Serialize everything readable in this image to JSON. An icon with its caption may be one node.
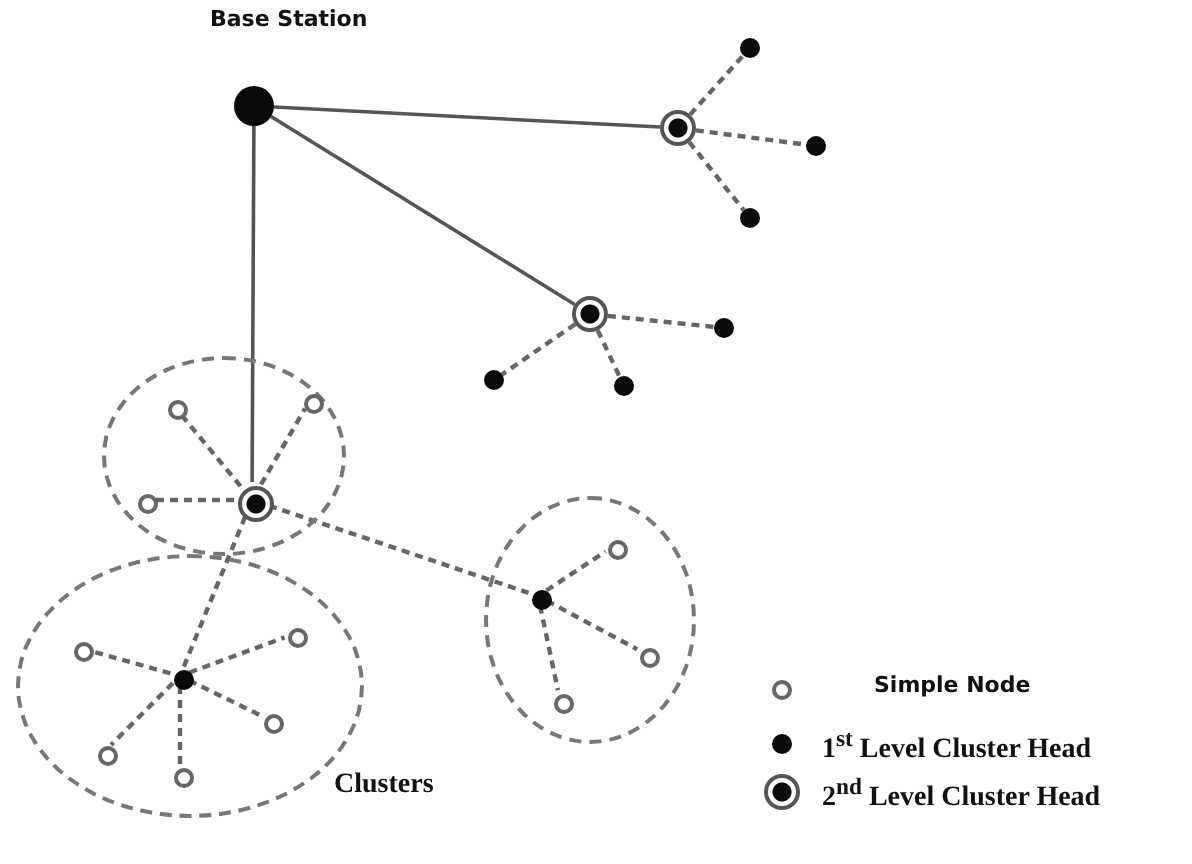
{
  "diagram": {
    "nodes": [
      {
        "text": [],
        "shape": "dot",
        "beside": [
          "Base Station"
        ]
      },
      {
        "text": [],
        "shape": "dot"
      },
      {
        "text": [],
        "shape": "bullseye"
      },
      {
        "text": [],
        "shape": "dot"
      },
      {
        "text": [],
        "shape": "dot"
      },
      {
        "text": [],
        "shape": "bullseye"
      },
      {
        "text": [],
        "shape": "dot"
      },
      {
        "text": [],
        "shape": "dot"
      },
      {
        "text": [],
        "shape": "dot"
      },
      {
        "text": [],
        "shape": "ellipse"
      },
      {
        "text": [],
        "shape": "circle",
        "in": 9
      },
      {
        "text": [],
        "shape": "circle",
        "in": 9
      },
      {
        "text": [],
        "shape": "circle",
        "in": 9
      },
      {
        "text": [],
        "shape": "bullseye",
        "in": 9
      },
      {
        "text": [],
        "shape": "ellipse"
      },
      {
        "text": [],
        "shape": "circle",
        "in": 14
      },
      {
        "text": [],
        "shape": "dot",
        "in": 14
      },
      {
        "text": [],
        "shape": "circle",
        "in": 14
      },
      {
        "text": [],
        "shape": "circle",
        "in": 14
      },
      {
        "text": [],
        "shape": "ellipse"
      },
      {
        "text": [],
        "shape": "circle",
        "in": 19
      },
      {
        "text": [],
        "shape": "circle",
        "in": 19
      },
      {
        "text": [],
        "shape": "dot",
        "in": 19
      },
      {
        "text": [],
        "shape": "circle",
        "in": 19
      },
      {
        "text": [],
        "shape": "circle",
        "in": 19
      },
      {
        "text": [],
        "shape": "circle",
        "in": 19
      }
    ],
    "edges": [
      {
        "from": 0,
        "to": 2,
        "arrow": "none"
      },
      {
        "from": 0,
        "to": 5,
        "arrow": "none"
      },
      {
        "from": 0,
        "to": 13,
        "arrow": "none"
      },
      {
        "from": 2,
        "to": 1,
        "arrow": "none",
        "style": "dashed"
      },
      {
        "from": 2,
        "to": 3,
        "arrow": "none",
        "style": "dashed"
      },
      {
        "from": 2,
        "to": 4,
        "arrow": "none",
        "style": "dashed"
      },
      {
        "from": 5,
        "to": 6,
        "arrow": "none",
        "style": "dashed"
      },
      {
        "from": 5,
        "to": 7,
        "arrow": "none",
        "style": "dashed"
      },
      {
        "from": 5,
        "to": 8,
        "arrow": "none",
        "style": "dashed"
      },
      {
        "from": 13,
        "to": 10,
        "arrow": "none",
        "style": "dashed"
      },
      {
        "from": 13,
        "to": 11,
        "arrow": "none",
        "style": "dashed"
      },
      {
        "from": 13,
        "to": 12,
        "arrow": "none",
        "style": "dashed"
      },
      {
        "from": 13,
        "to": 16,
        "arrow": "none",
        "style": "dashed"
      },
      {
        "from": 13,
        "to": 22,
        "arrow": "none",
        "style": "dashed"
      },
      {
        "from": 16,
        "to": 15,
        "arrow": "none",
        "style": "dashed"
      },
      {
        "from": 16,
        "to": 17,
        "arrow": "none",
        "style": "dashed"
      },
      {
        "from": 16,
        "to": 18,
        "arrow": "none",
        "style": "dashed"
      },
      {
        "from": 22,
        "to": 20,
        "arrow": "none",
        "style": "dashed"
      },
      {
        "from": 22,
        "to": 21,
        "arrow": "none",
        "style": "dashed"
      },
      {
        "from": 22,
        "to": 23,
        "arrow": "none",
        "style": "dashed"
      },
      {
        "from": 22,
        "to": 24,
        "arrow": "none",
        "style": "dashed"
      },
      {
        "from": 22,
        "to": 25,
        "arrow": "none",
        "style": "dashed"
      }
    ],
    "labels": [
      "Clusters"
    ],
    "legend": [
      {
        "text": "Simple Node"
      },
      {
        "text": "1$^{st}$ Level Cluster Head"
      },
      {
        "text": "2$^{nd}$ Level Cluster Head"
      }
    ]
  }
}
